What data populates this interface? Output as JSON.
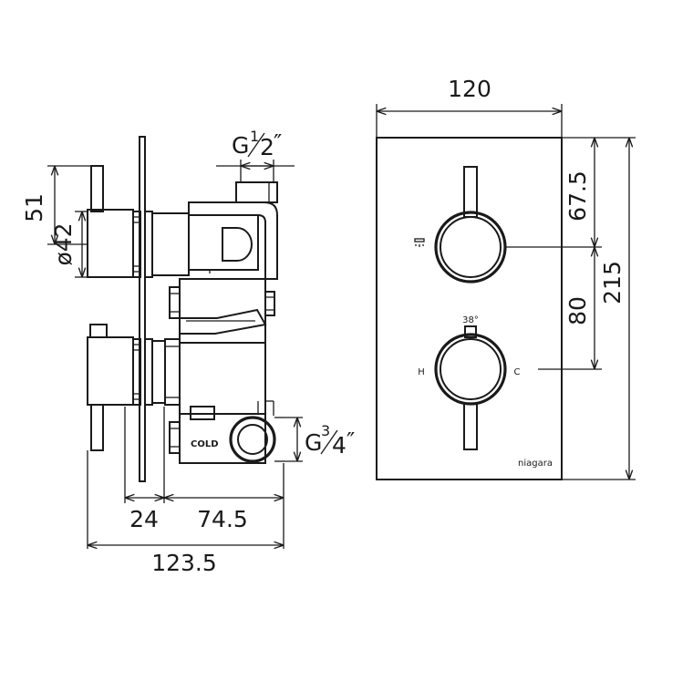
{
  "side_view": {
    "dim_width_overall": "123.5",
    "dim_depth_plate": "24",
    "dim_depth_body": "74.5",
    "dim_handle_height": "51",
    "dim_handle_diameter": "ø42",
    "thread_outlet": {
      "prefix": "G",
      "num": "1",
      "den": "2",
      "suffix": "″"
    },
    "thread_inlet": {
      "prefix": "G",
      "num": "3",
      "den": "4",
      "suffix": "″"
    },
    "inlet_label": "COLD"
  },
  "front_view": {
    "dim_width": "120",
    "dim_height_total": "215",
    "dim_top_to_handle": "67.5",
    "dim_handle_spacing": "80",
    "temp_marker": "38°",
    "hot_label": "H",
    "cold_label": "C",
    "brand": "niagara",
    "shower_icon": "shower-icon"
  },
  "colors": {
    "line": "#1a1a1a",
    "background": "#ffffff"
  }
}
